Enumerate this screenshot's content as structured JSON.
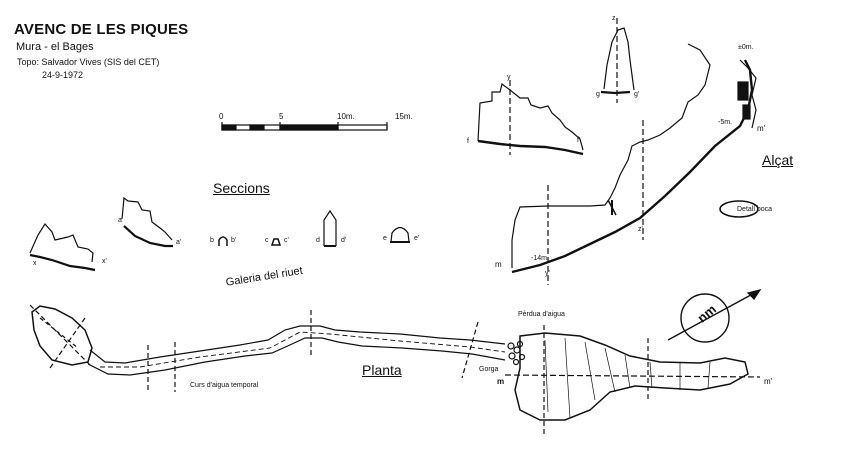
{
  "title": "AVENC DE LES PIQUES",
  "subtitle": "Mura - el Bages",
  "credit": "Topo: Salvador Vives (SIS del CET)",
  "date": "24-9-1972",
  "scale": {
    "ticks": [
      "0",
      "5",
      "10m.",
      "15m."
    ]
  },
  "sections": {
    "title": "Seccions",
    "pairs": [
      {
        "a": "x",
        "b": "x'"
      },
      {
        "a": "a",
        "b": "a'"
      },
      {
        "a": "b",
        "b": "b'"
      },
      {
        "a": "c",
        "b": "c'"
      },
      {
        "a": "d",
        "b": "d'"
      },
      {
        "a": "e",
        "b": "e'"
      },
      {
        "a": "f",
        "b": "f'"
      },
      {
        "a": "g",
        "b": "g'"
      }
    ]
  },
  "plan": {
    "title": "Planta",
    "gallery": "Galeria del riuet",
    "stream": "Curs d'aigua temporal",
    "water_loss": "Pèrdua d'aigua",
    "gorge": "Gorga",
    "m": "m",
    "m_prime": "m'"
  },
  "elevation": {
    "title": "Alçat",
    "detail": "Detall boca",
    "levels": [
      "±0m.",
      "-5m.",
      "-14m."
    ],
    "m": "m",
    "m_prime": "m'",
    "markers": [
      "y",
      "y'",
      "z",
      "z'"
    ]
  },
  "north_label": "nm"
}
